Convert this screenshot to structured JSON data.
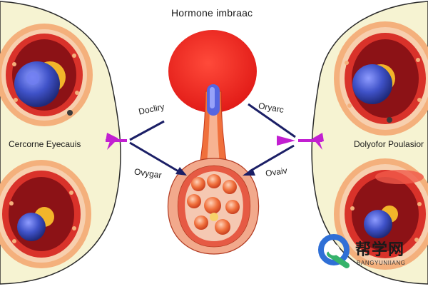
{
  "title": "Hormone imbraac",
  "labels": {
    "left_caption": "Cercorne Eyecauis",
    "right_caption": "Dolyofor Poulasior",
    "upper_left": "Docliry",
    "lower_left": "Ovygar",
    "upper_right": "Oryarc",
    "lower_right": "Ovaiv"
  },
  "watermark": {
    "brand": "帮学网",
    "sub": "BANGYUNIIANG"
  },
  "colors": {
    "panel_fill": "#f6f3d2",
    "panel_stroke": "#2b2b2b",
    "follicle_outer": "#f4b07c",
    "follicle_ring": "#d9322a",
    "follicle_inner": "#8c1216",
    "oocyte": "#3f52c8",
    "hormone_blob": "#ee2a24",
    "arrow_magenta": "#c21fd1",
    "arrow_navy": "#1b1f66",
    "ovary_fill": "#f2a98c",
    "logo_blue": "#2f6fd6",
    "logo_green": "#36b36b"
  }
}
